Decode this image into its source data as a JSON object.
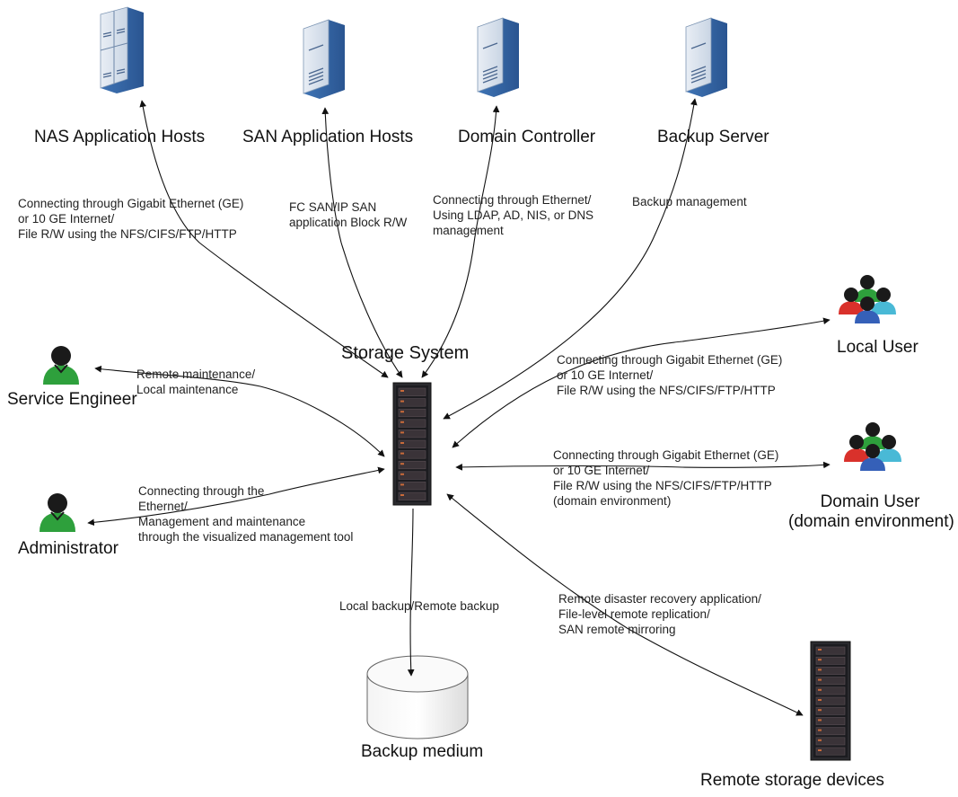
{
  "nodes": {
    "nas_hosts": "NAS Application Hosts",
    "san_hosts": "SAN Application Hosts",
    "domain_controller": "Domain Controller",
    "backup_server": "Backup Server",
    "storage_system": "Storage System",
    "local_user": "Local User",
    "service_engineer": "Service Engineer",
    "administrator": "Administrator",
    "domain_user": [
      "Domain User",
      "(domain environment)"
    ],
    "backup_medium": "Backup medium",
    "remote_storage": "Remote storage devices"
  },
  "edges": {
    "nas": [
      "Connecting through Gigabit Ethernet (GE)",
      "or 10 GE Internet/",
      "File R/W using the NFS/CIFS/FTP/HTTP"
    ],
    "san": [
      "FC SAN/IP SAN",
      "application Block R/W"
    ],
    "domain_controller": [
      "Connecting through Ethernet/",
      "Using LDAP, AD, NIS, or DNS",
      "management"
    ],
    "backup_server": [
      "Backup management"
    ],
    "local_user": [
      "Connecting through Gigabit Ethernet (GE)",
      "or 10 GE Internet/",
      "File R/W using the NFS/CIFS/FTP/HTTP"
    ],
    "service_engineer": [
      "Remote maintenance/",
      "Local maintenance"
    ],
    "domain_user": [
      "Connecting through Gigabit Ethernet (GE)",
      "or 10 GE Internet/",
      "File R/W using the NFS/CIFS/FTP/HTTP",
      "(domain environment)"
    ],
    "administrator": [
      "Connecting through the",
      "Ethernet/",
      "Management and maintenance",
      "through the visualized management tool"
    ],
    "backup_medium": [
      "Local backup/Remote backup"
    ],
    "remote_storage": [
      "Remote disaster recovery application/",
      "File-level remote replication/",
      "SAN remote mirroring"
    ]
  },
  "icons": {
    "server": "server-tower-icon",
    "storage": "storage-rack-icon",
    "person": "person-icon",
    "group": "user-group-icon",
    "disk": "cylinder-disk-icon"
  },
  "colors": {
    "server_blue": "#4f86c6",
    "rack_dark": "#2a2a2e",
    "person_green": "#2ea03c",
    "group_red": "#d9312b",
    "group_blue": "#3560b8",
    "group_cyan": "#49b9d6",
    "arrow": "#111111"
  }
}
